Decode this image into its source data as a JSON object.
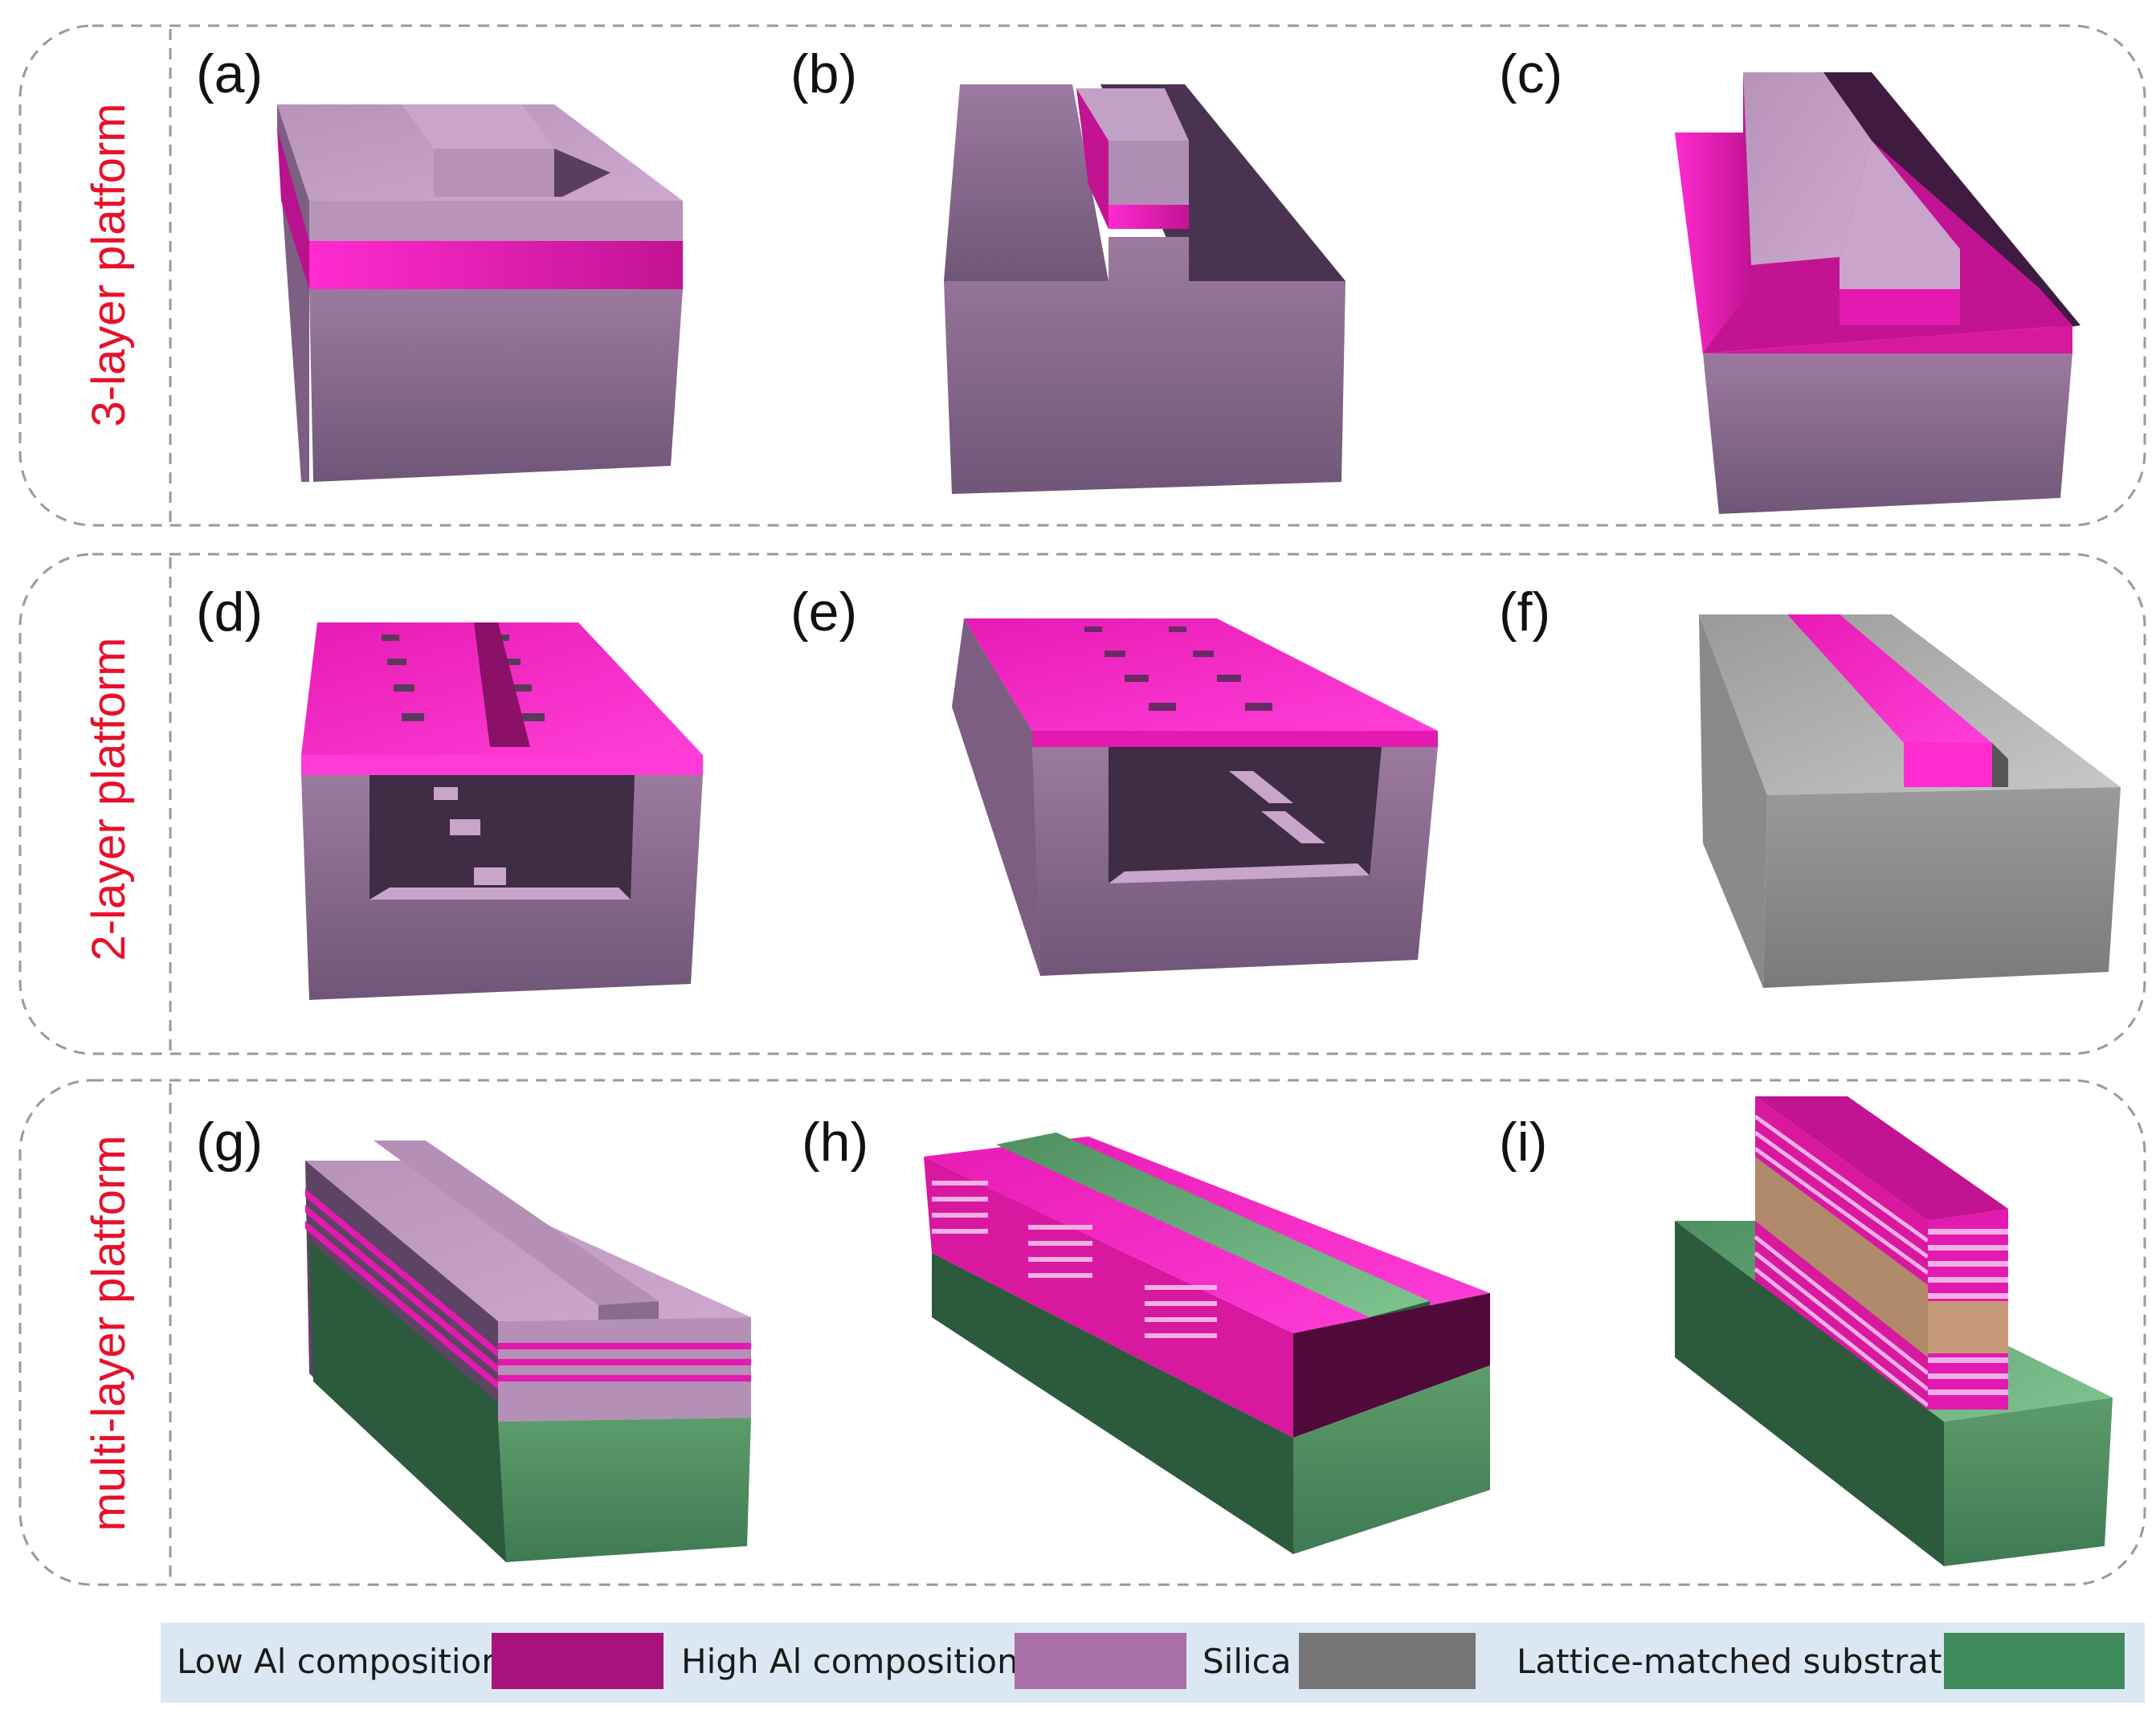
{
  "rows": [
    {
      "label": "3-layer platform"
    },
    {
      "label": "2-layer platform"
    },
    {
      "label": "multi-layer platform"
    }
  ],
  "panels": [
    "(a)",
    "(b)",
    "(c)",
    "(d)",
    "(e)",
    "(f)",
    "(g)",
    "(h)",
    "(i)"
  ],
  "legend": {
    "items": [
      {
        "label": "Low Al composition",
        "color": "#a8127c"
      },
      {
        "label": "High Al composition",
        "color": "#a870a6"
      },
      {
        "label": "Silica",
        "color": "#767676"
      },
      {
        "label": "Lattice-matched substrate",
        "color": "#3f8a5a"
      }
    ],
    "background": "#dbe8f3"
  },
  "colors": {
    "magenta": "#e81ab4",
    "lilac": "#a079a3",
    "gray": "#9a9a9a",
    "green": "#4f8f60",
    "border": "#999999"
  }
}
